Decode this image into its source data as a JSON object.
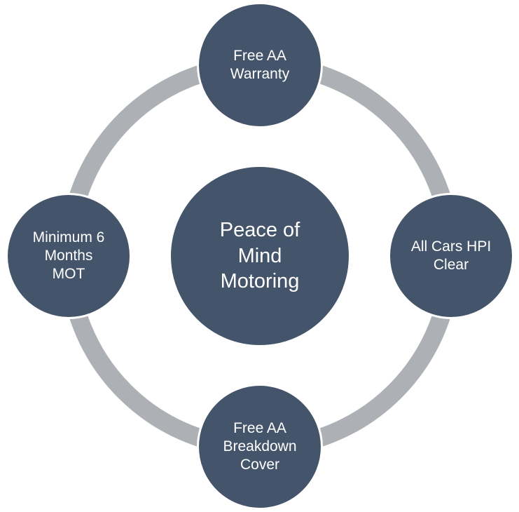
{
  "colors": {
    "node_fill": "#44546a",
    "ring": "#adb0b5",
    "text": "#ffffff"
  },
  "center": {
    "label": "Peace of\nMind\nMotoring"
  },
  "nodes": {
    "top": {
      "label": "Free AA\nWarranty"
    },
    "right": {
      "label": "All Cars HPI\nClear"
    },
    "bottom": {
      "label": "Free AA\nBreakdown\nCover"
    },
    "left": {
      "label": "Minimum 6\nMonths\nMOT"
    }
  }
}
